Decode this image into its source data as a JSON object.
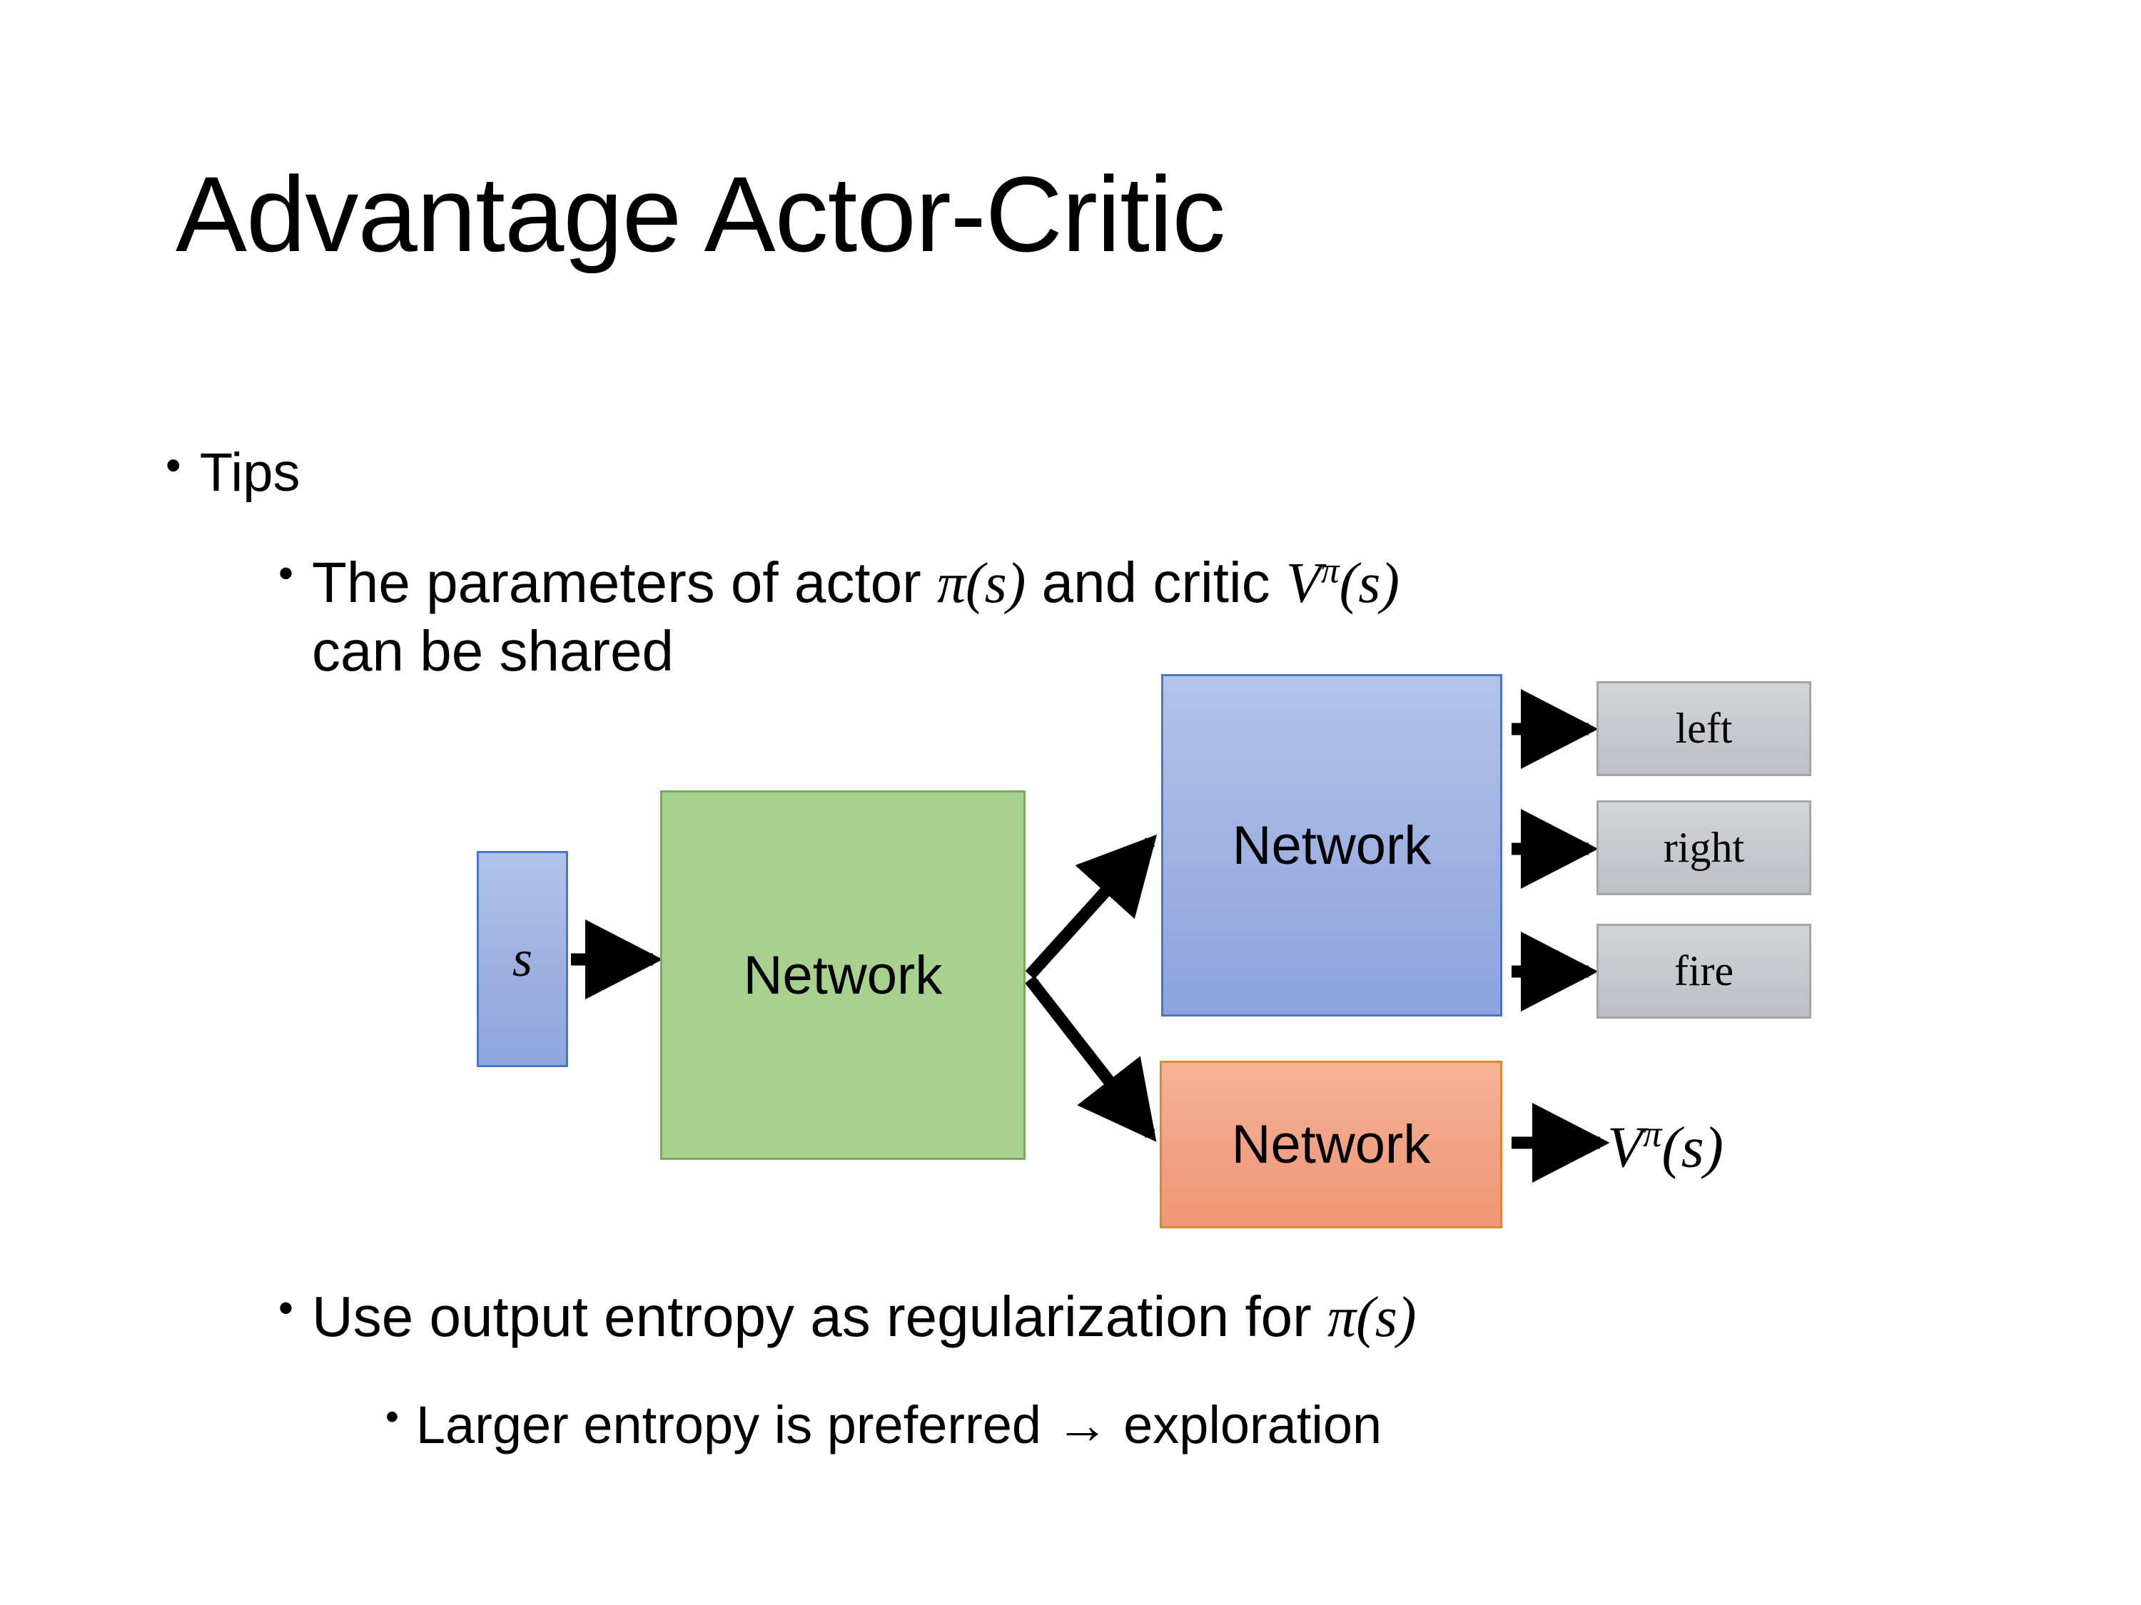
{
  "slide": {
    "title": "Advantage Actor-Critic",
    "background_color": "#ffffff",
    "text_color": "#000000"
  },
  "bullets": {
    "tips": {
      "marker": "•",
      "text": "Tips"
    },
    "shared_params": {
      "marker": "•",
      "text_before": "The parameters of actor ",
      "math_actor": "π(s)",
      "text_middle": " and critic ",
      "math_critic_base": "V",
      "math_critic_sup": "π",
      "math_critic_arg": "(s)",
      "text_after": "can be shared"
    },
    "entropy": {
      "marker": "•",
      "text_before": "Use output entropy as regularization for ",
      "math": "π(s)"
    },
    "larger_entropy": {
      "marker": "•",
      "text": "Larger entropy is preferred → exploration"
    }
  },
  "diagram": {
    "state_box": {
      "label": "s",
      "fill": "#a2b4e3",
      "border": "#4a76c4"
    },
    "shared_network": {
      "label": "Network",
      "fill": "#a9d18e",
      "border": "#7aab5c"
    },
    "actor_network": {
      "label": "Network",
      "fill": "#a2b4e3",
      "border": "#4a76c4"
    },
    "critic_network": {
      "label": "Network",
      "fill": "#f2a184",
      "border": "#e08530"
    },
    "actions": [
      {
        "label": "left",
        "fill": "#c7cace",
        "border": "#a2a6ab"
      },
      {
        "label": "right",
        "fill": "#c7cace",
        "border": "#a2a6ab"
      },
      {
        "label": "fire",
        "fill": "#c7cace",
        "border": "#a2a6ab"
      }
    ],
    "value_output": {
      "base": "V",
      "superscript": "π",
      "argument": "(s)"
    },
    "arrow_color": "#000000"
  }
}
